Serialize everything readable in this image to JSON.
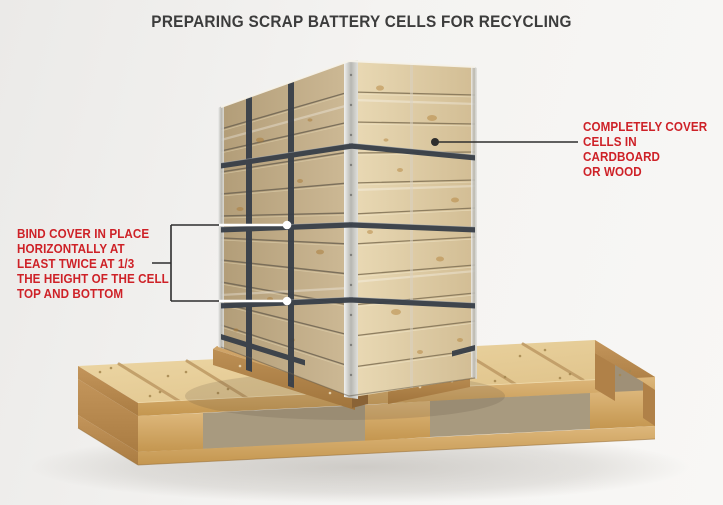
{
  "title": "PREPARING SCRAP BATTERY CELLS FOR RECYCLING",
  "annotations": {
    "cover": {
      "text": "COMPLETELY COVER\nCELLS IN CARDBOARD\nOR WOOD"
    },
    "bind": {
      "text": "BIND COVER IN PLACE\nHORIZONTALLY AT\nLEAST TWICE AT 1/3\nTHE HEIGHT OF THE CELL\nTOP AND BOTTOM"
    }
  },
  "scene": {
    "crate_label": "scrap battery cells covered in wood crate",
    "straps_label": "horizontal binding straps",
    "skids_label": "cardboard skid runners",
    "pallet_label": "wooden pallet"
  },
  "colors": {
    "accent_red": "#ce2127",
    "title_text": "#3c3c3c",
    "callout_line": "#2e2e2e",
    "callout_dot_light": "#ffffff",
    "strap": "#394049",
    "background": "#f4f3f1"
  }
}
